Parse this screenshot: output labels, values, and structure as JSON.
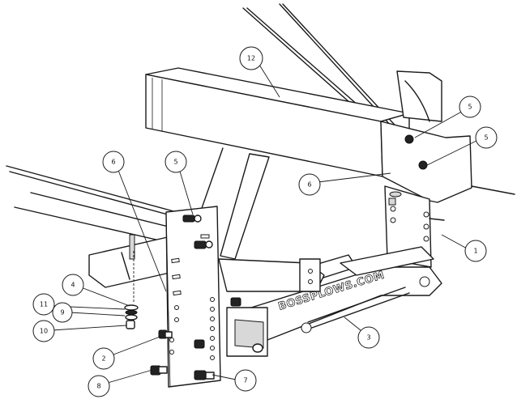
{
  "brand_text": "BOSSPLOWS.COM",
  "callouts": [
    {
      "id": "c12",
      "label": "12"
    },
    {
      "id": "c5a",
      "label": "5"
    },
    {
      "id": "c5b",
      "label": "5"
    },
    {
      "id": "c6a",
      "label": "6"
    },
    {
      "id": "c6b",
      "label": "6"
    },
    {
      "id": "c5c",
      "label": "5"
    },
    {
      "id": "c1",
      "label": "1"
    },
    {
      "id": "c4",
      "label": "4"
    },
    {
      "id": "c11",
      "label": "11"
    },
    {
      "id": "c9",
      "label": "9"
    },
    {
      "id": "c10",
      "label": "10"
    },
    {
      "id": "c3",
      "label": "3"
    },
    {
      "id": "c2",
      "label": "2"
    },
    {
      "id": "c8",
      "label": "8"
    },
    {
      "id": "c7",
      "label": "7"
    }
  ]
}
